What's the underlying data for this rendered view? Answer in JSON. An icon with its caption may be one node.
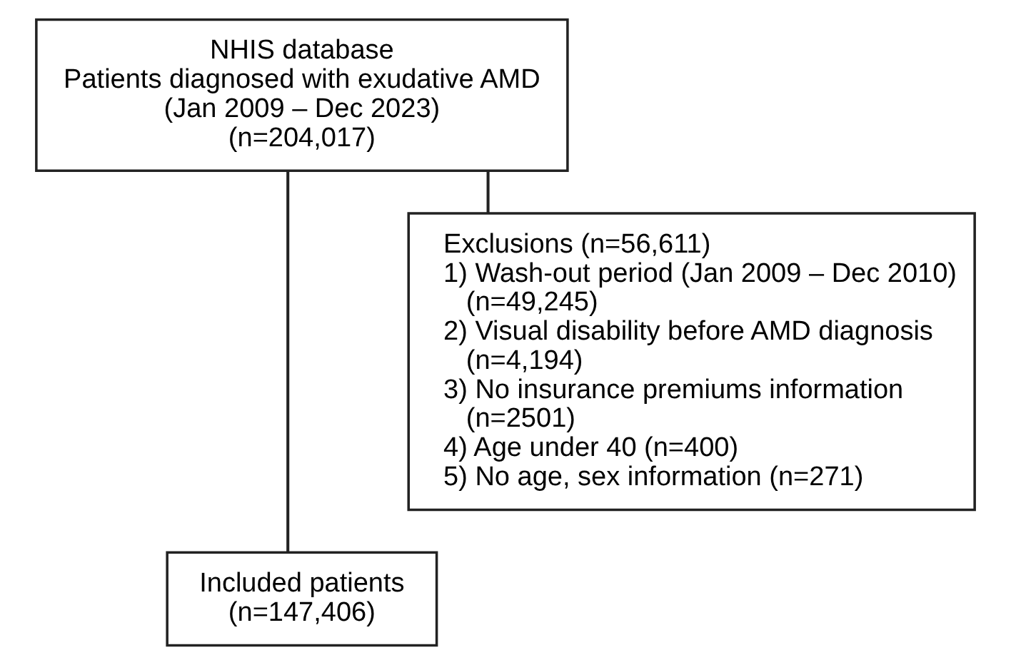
{
  "diagram": {
    "nodes": [
      {
        "text": [
          "NHIS database",
          "Patients diagnosed with exudative AMD",
          "(Jan 2009 – Dec 2023)",
          "(n=204,017)"
        ]
      },
      {
        "text": [
          "Exclusions (n=56,611)",
          "1) Wash-out period (Jan 2009 – Dec 2010) (n=49,245)",
          "2) Visual disability before AMD diagnosis (n=4,194)",
          "3) No insurance premiums information (n=2501)",
          "4) Age under 40 (n=400)",
          "5) No age, sex information (n=271)"
        ]
      },
      {
        "text": [
          "Included patients",
          "(n=147,406)"
        ]
      }
    ],
    "edges": [
      {
        "from": 0,
        "to": 2,
        "arrow": "none"
      },
      {
        "from": 0,
        "to": 1,
        "arrow": "none"
      }
    ]
  }
}
